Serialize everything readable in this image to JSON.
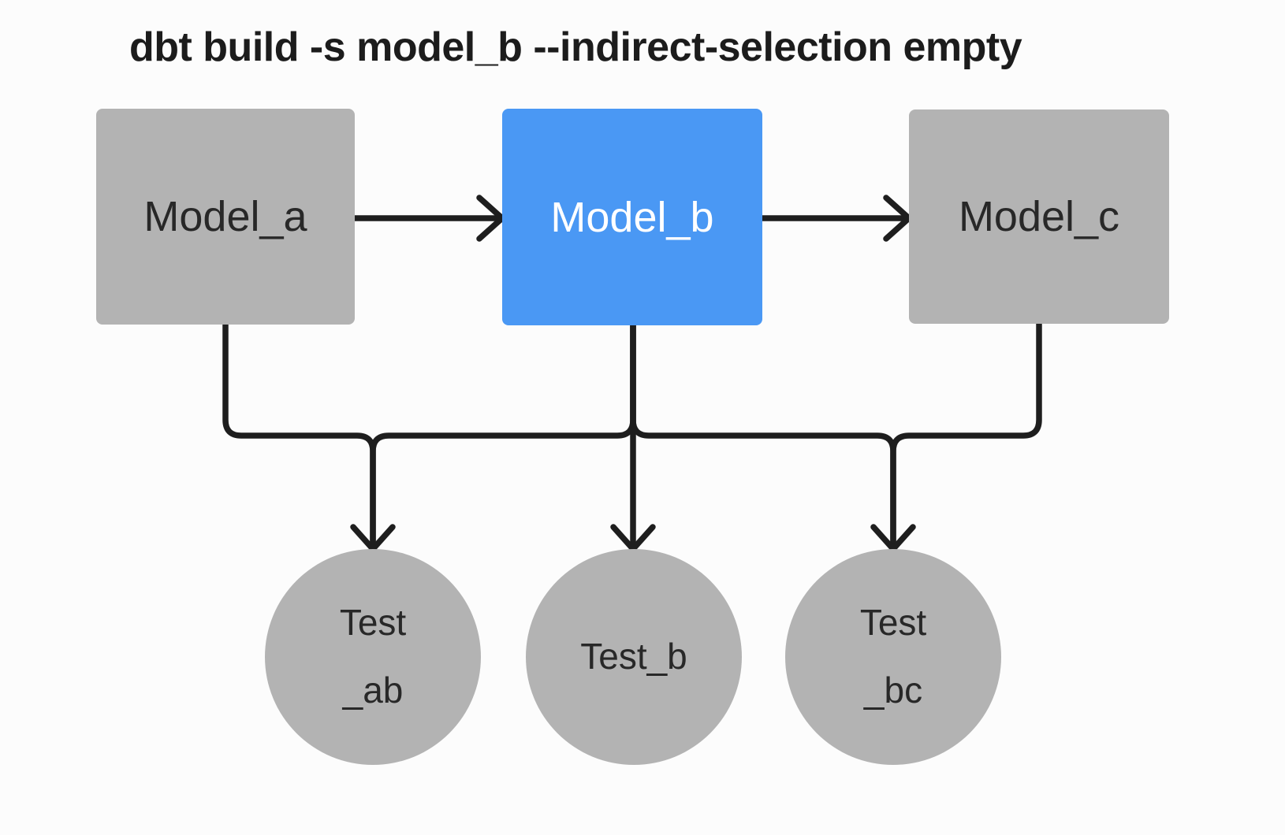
{
  "title": "dbt build -s model_b --indirect-selection empty",
  "colors": {
    "background": "#FCFCFC",
    "node_gray": "#B3B3B3",
    "node_selected_blue": "#4A98F4",
    "edge": "#1E1E1E",
    "label_dark": "#282828",
    "label_on_blue": "#FFFFFF"
  },
  "nodes": {
    "model_a": {
      "label": "Model_a",
      "type": "model",
      "selected": false
    },
    "model_b": {
      "label": "Model_b",
      "type": "model",
      "selected": true
    },
    "model_c": {
      "label": "Model_c",
      "type": "model",
      "selected": false
    },
    "test_ab": {
      "lines": [
        "Test",
        "_ab"
      ],
      "type": "test"
    },
    "test_b": {
      "lines": [
        "Test_b"
      ],
      "type": "test"
    },
    "test_bc": {
      "lines": [
        "Test",
        "_bc"
      ],
      "type": "test"
    }
  },
  "edges": [
    {
      "from": "model_a",
      "to": "model_b"
    },
    {
      "from": "model_b",
      "to": "model_c"
    },
    {
      "from": "model_a",
      "to": "test_ab"
    },
    {
      "from": "model_b",
      "to": "test_ab"
    },
    {
      "from": "model_b",
      "to": "test_b"
    },
    {
      "from": "model_b",
      "to": "test_bc"
    },
    {
      "from": "model_c",
      "to": "test_bc"
    }
  ]
}
